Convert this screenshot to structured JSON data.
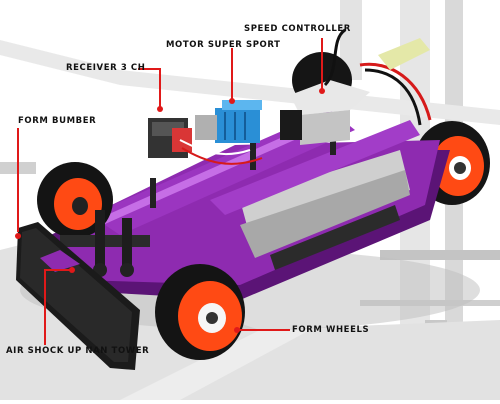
{
  "callouts": {
    "speed_controller": "SPEED CONTROLLER",
    "motor": "MOTOR SUPER SPORT",
    "receiver": "RECEIVER 3 CH",
    "bumper": "FORM BUMBER",
    "shock_tower": "AIR SHOCK UP NAN TOWER",
    "wheels": "FORM WHEELS"
  },
  "colors": {
    "chassis_purple": "#8e2bb0",
    "chassis_dark": "#4a0d63",
    "tire_black": "#141414",
    "rim_orange": "#ff4a14",
    "callout_red": "#e01919",
    "motor_blue": "#2a8fd6",
    "background_gray": "#d2d2d2"
  }
}
